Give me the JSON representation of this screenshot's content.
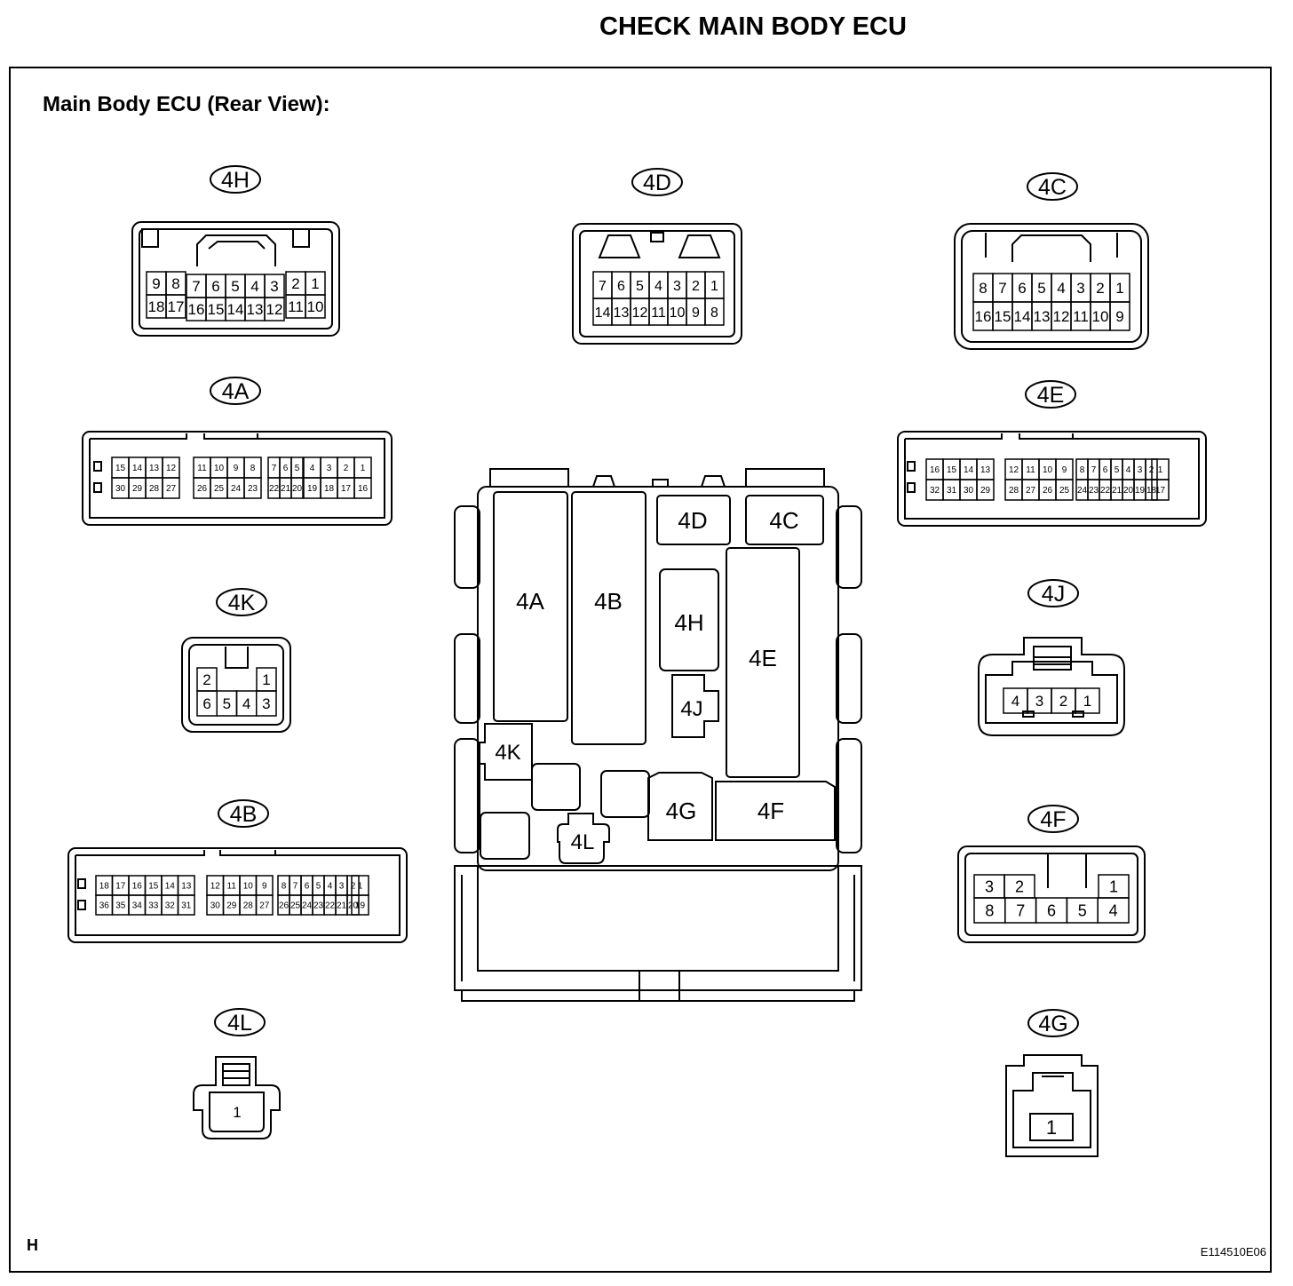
{
  "title": "CHECK MAIN BODY ECU",
  "subtitle": "Main Body ECU (Rear View):",
  "footer_left": "H",
  "footer_right": "E114510E06",
  "ecu_blocks": [
    "4A",
    "4B",
    "4D",
    "4C",
    "4H",
    "4E",
    "4J",
    "4K",
    "4G",
    "4F",
    "4L"
  ],
  "connectors": {
    "4H": {
      "label": "4H",
      "top": [
        "9",
        "8",
        "7",
        "6",
        "5",
        "4",
        "3",
        "2",
        "1"
      ],
      "bottom": [
        "18",
        "17",
        "16",
        "15",
        "14",
        "13",
        "12",
        "11",
        "10"
      ]
    },
    "4D": {
      "label": "4D",
      "top": [
        "7",
        "6",
        "5",
        "4",
        "3",
        "2",
        "1"
      ],
      "bottom": [
        "14",
        "13",
        "12",
        "11",
        "10",
        "9",
        "8"
      ]
    },
    "4C": {
      "label": "4C",
      "top": [
        "8",
        "7",
        "6",
        "5",
        "4",
        "3",
        "2",
        "1"
      ],
      "bottom": [
        "16",
        "15",
        "14",
        "13",
        "12",
        "11",
        "10",
        "9"
      ]
    },
    "4A": {
      "label": "4A",
      "top": [
        "15",
        "14",
        "13",
        "12",
        "11",
        "10",
        "9",
        "8",
        "7",
        "6",
        "5",
        "4",
        "3",
        "2",
        "1"
      ],
      "bottom": [
        "30",
        "29",
        "28",
        "27",
        "26",
        "25",
        "24",
        "23",
        "22",
        "21",
        "20",
        "19",
        "18",
        "17",
        "16"
      ]
    },
    "4E": {
      "label": "4E",
      "top": [
        "16",
        "15",
        "14",
        "13",
        "12",
        "11",
        "10",
        "9",
        "8",
        "7",
        "6",
        "5",
        "4",
        "3",
        "2",
        "1"
      ],
      "bottom": [
        "32",
        "31",
        "30",
        "29",
        "28",
        "27",
        "26",
        "25",
        "24",
        "23",
        "22",
        "21",
        "20",
        "19",
        "18",
        "17"
      ]
    },
    "4K": {
      "label": "4K",
      "top": [
        "2",
        "1"
      ],
      "bottom": [
        "6",
        "5",
        "4",
        "3"
      ]
    },
    "4J": {
      "label": "4J",
      "row": [
        "4",
        "3",
        "2",
        "1"
      ]
    },
    "4B": {
      "label": "4B",
      "top": [
        "18",
        "17",
        "16",
        "15",
        "14",
        "13",
        "12",
        "11",
        "10",
        "9",
        "8",
        "7",
        "6",
        "5",
        "4",
        "3",
        "2",
        "1"
      ],
      "bottom": [
        "36",
        "35",
        "34",
        "33",
        "32",
        "31",
        "30",
        "29",
        "28",
        "27",
        "26",
        "25",
        "24",
        "23",
        "22",
        "21",
        "20",
        "19"
      ]
    },
    "4F": {
      "label": "4F",
      "top": [
        "3",
        "2",
        "1"
      ],
      "bottom": [
        "8",
        "7",
        "6",
        "5",
        "4"
      ]
    },
    "4L": {
      "label": "4L",
      "pin": "1"
    },
    "4G": {
      "label": "4G",
      "pin": "1"
    }
  }
}
